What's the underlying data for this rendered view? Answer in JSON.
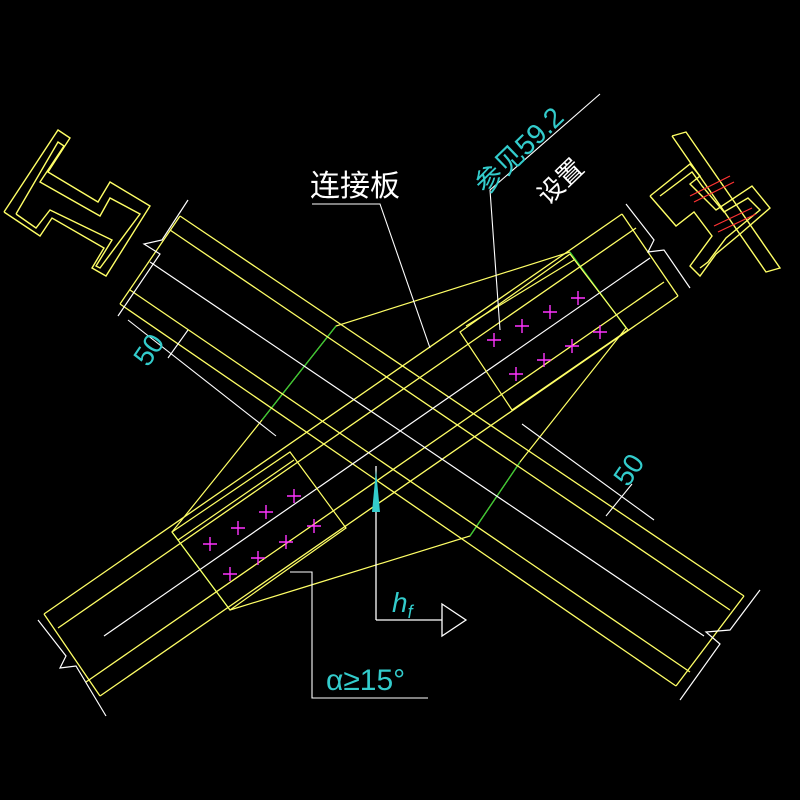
{
  "labels": {
    "plate": "连接板",
    "ref_line1": "参见59.2",
    "ref_line2": "设置",
    "dim_left": "50",
    "dim_right": "50",
    "weld_symbol": "h",
    "weld_subscript": "f",
    "angle_note": "α≥15°"
  },
  "colors": {
    "background": "#000000",
    "member_outline": "#ffff66",
    "plate_outline": "#ffff66",
    "plate_boundary": "#33cc33",
    "centerline": "#ffffff",
    "leader": "#ffffff",
    "bolt": "#ff33ff",
    "dimension_text": "#33cccc",
    "weld_mark": "#ff3333"
  },
  "bolt_groups": [
    {
      "name": "upper-right-bolts",
      "rows": 2,
      "cols": 4
    },
    {
      "name": "lower-left-bolts",
      "rows": 2,
      "cols": 4
    }
  ]
}
